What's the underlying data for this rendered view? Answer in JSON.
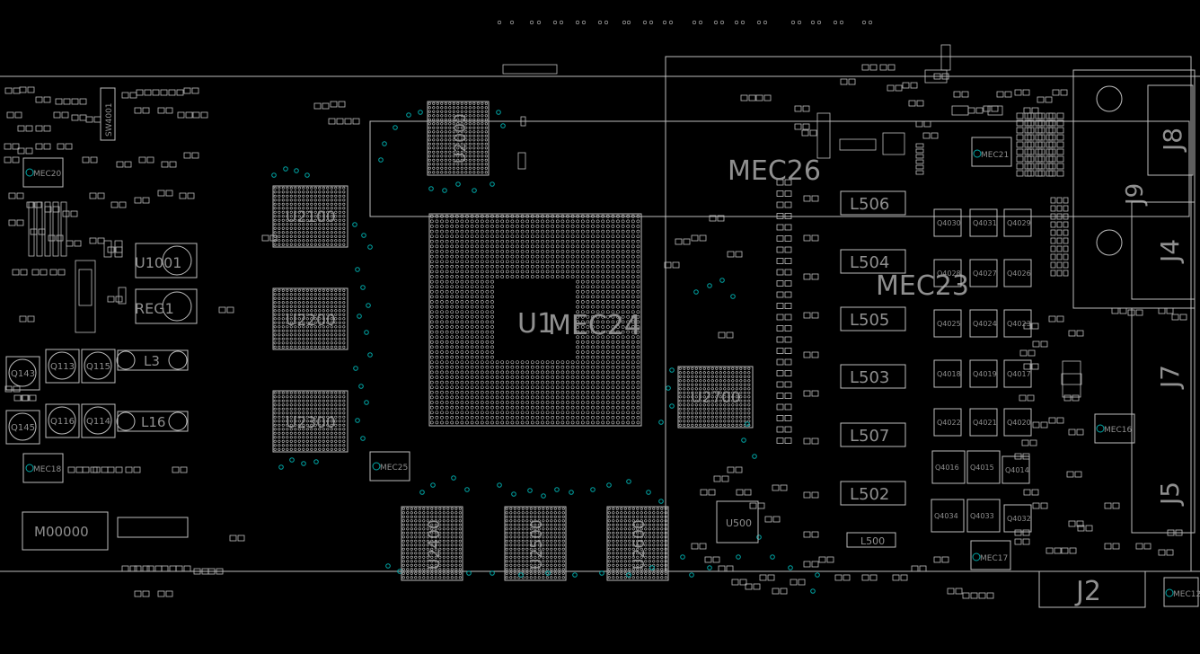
{
  "colors": {
    "background": "#000000",
    "outline": "#bdbdbd",
    "label": "#8f8f8f",
    "via": "#00a7a7"
  },
  "components": {
    "U1": "U1",
    "U2000": "U2000",
    "U2100": "U2100",
    "U2200": "U2200",
    "U2300": "U2300",
    "U2400": "U2400",
    "U2500": "U2500",
    "U2600": "U2600",
    "U2700": "U2700",
    "U1001": "U1001",
    "REG1": "REG1",
    "L3": "L3",
    "L16": "L16",
    "Q143": "Q143",
    "Q113": "Q113",
    "Q115": "Q115",
    "Q145": "Q145",
    "Q116": "Q116",
    "Q114": "Q114",
    "L506": "L506",
    "L504": "L504",
    "L505": "L505",
    "L503": "L503",
    "L507": "L507",
    "L502": "L502",
    "L500": "L500",
    "J8": "J8",
    "J9": "J9",
    "J4": "J4",
    "J7": "J7",
    "J5": "J5",
    "J2": "J2",
    "SW4001": "SW4001",
    "U500": "U500",
    "M00000": "M00000"
  },
  "mec": {
    "MEC26": "MEC26",
    "MEC23": "MEC23",
    "MEC24": "MEC24",
    "MEC20": "MEC20",
    "MEC18": "MEC18",
    "MEC25": "MEC25",
    "MEC21": "MEC21",
    "MEC16": "MEC16",
    "MEC17": "MEC17",
    "MEC12": "MEC12"
  },
  "q40": [
    "Q4030",
    "Q4031",
    "Q4029",
    "Q4028",
    "Q4027",
    "Q4026",
    "Q4025",
    "Q4024",
    "Q4023",
    "Q4018",
    "Q4019",
    "Q4017",
    "Q4022",
    "Q4021",
    "Q4020",
    "Q4016",
    "Q4015",
    "Q4014",
    "Q4034",
    "Q4033",
    "Q4032"
  ]
}
